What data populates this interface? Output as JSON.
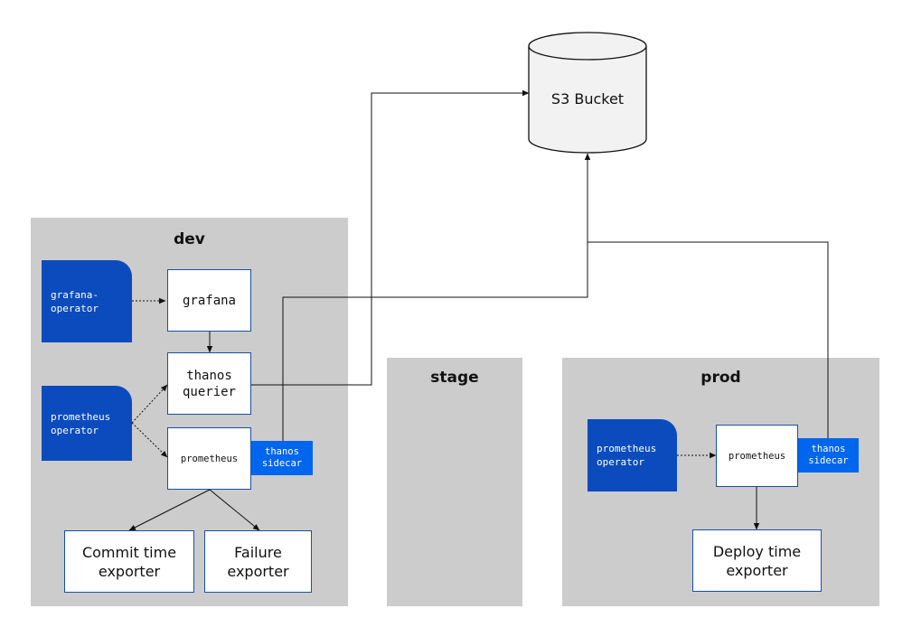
{
  "storage": {
    "label": "S3 Bucket"
  },
  "environments": {
    "dev": {
      "title": "dev",
      "grafana_operator": "grafana-\noperator",
      "grafana": "grafana",
      "thanos_querier": "thanos\nquerier",
      "prometheus_operator": "prometheus\noperator",
      "prometheus": "prometheus",
      "thanos_sidecar": "thanos\nsidecar",
      "commit_exporter": "Commit time\nexporter",
      "failure_exporter": "Failure\nexporter"
    },
    "stage": {
      "title": "stage"
    },
    "prod": {
      "title": "prod",
      "prometheus_operator": "prometheus\noperator",
      "prometheus": "prometheus",
      "thanos_sidecar": "thanos\nsidecar",
      "deploy_exporter": "Deploy time\nexporter"
    }
  }
}
